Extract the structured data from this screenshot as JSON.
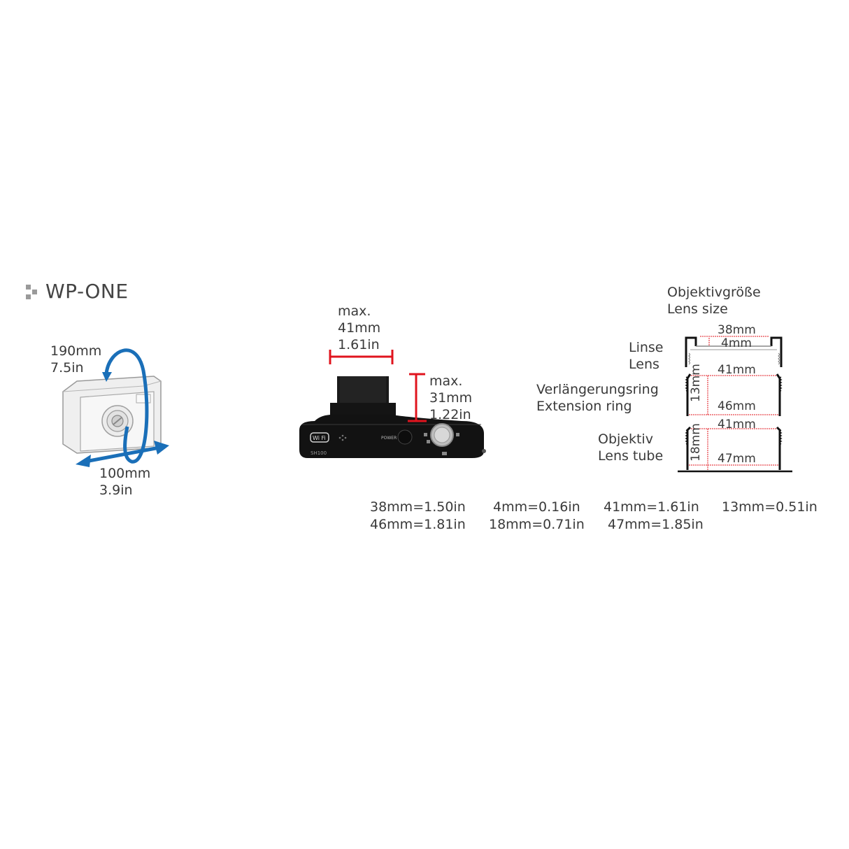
{
  "product": {
    "title": "WP-ONE",
    "bullet_icon": "dotted-square-bullet-icon"
  },
  "housing": {
    "circumference_mm": "190mm",
    "circumference_in": "7.5in",
    "width_mm": "100mm",
    "width_in": "3.9in",
    "arrow_color": "#1a6fb8"
  },
  "camera": {
    "lens_width_label": "max.",
    "lens_width_mm": "41mm",
    "lens_width_in": "1.61in",
    "lens_height_label": "max.",
    "lens_height_mm": "31mm",
    "lens_height_in": "1.22in",
    "measure_color": "#e0141e",
    "model_text": "SH100",
    "power_text": "POWER",
    "wifi_text": "Wi Fi"
  },
  "lens_size": {
    "heading_de": "Objektivgröße",
    "heading_en": "Lens size",
    "parts": [
      {
        "label_de": "Linse",
        "label_en": "Lens",
        "dims": [
          "38mm",
          "4mm"
        ]
      },
      {
        "label_de": "Verlängerungsring",
        "label_en": "Extension ring",
        "dims": [
          "41mm",
          "13mm",
          "46mm"
        ]
      },
      {
        "label_de": "Objektiv",
        "label_en": "Lens tube",
        "dims": [
          "41mm",
          "18mm",
          "47mm"
        ]
      }
    ]
  },
  "conversions": {
    "row1": [
      "38mm=1.50in",
      "4mm=0.16in",
      "41mm=1.61in",
      "13mm=0.51in"
    ],
    "row2": [
      "46mm=1.81in",
      "18mm=0.71in",
      "47mm=1.85in"
    ]
  }
}
